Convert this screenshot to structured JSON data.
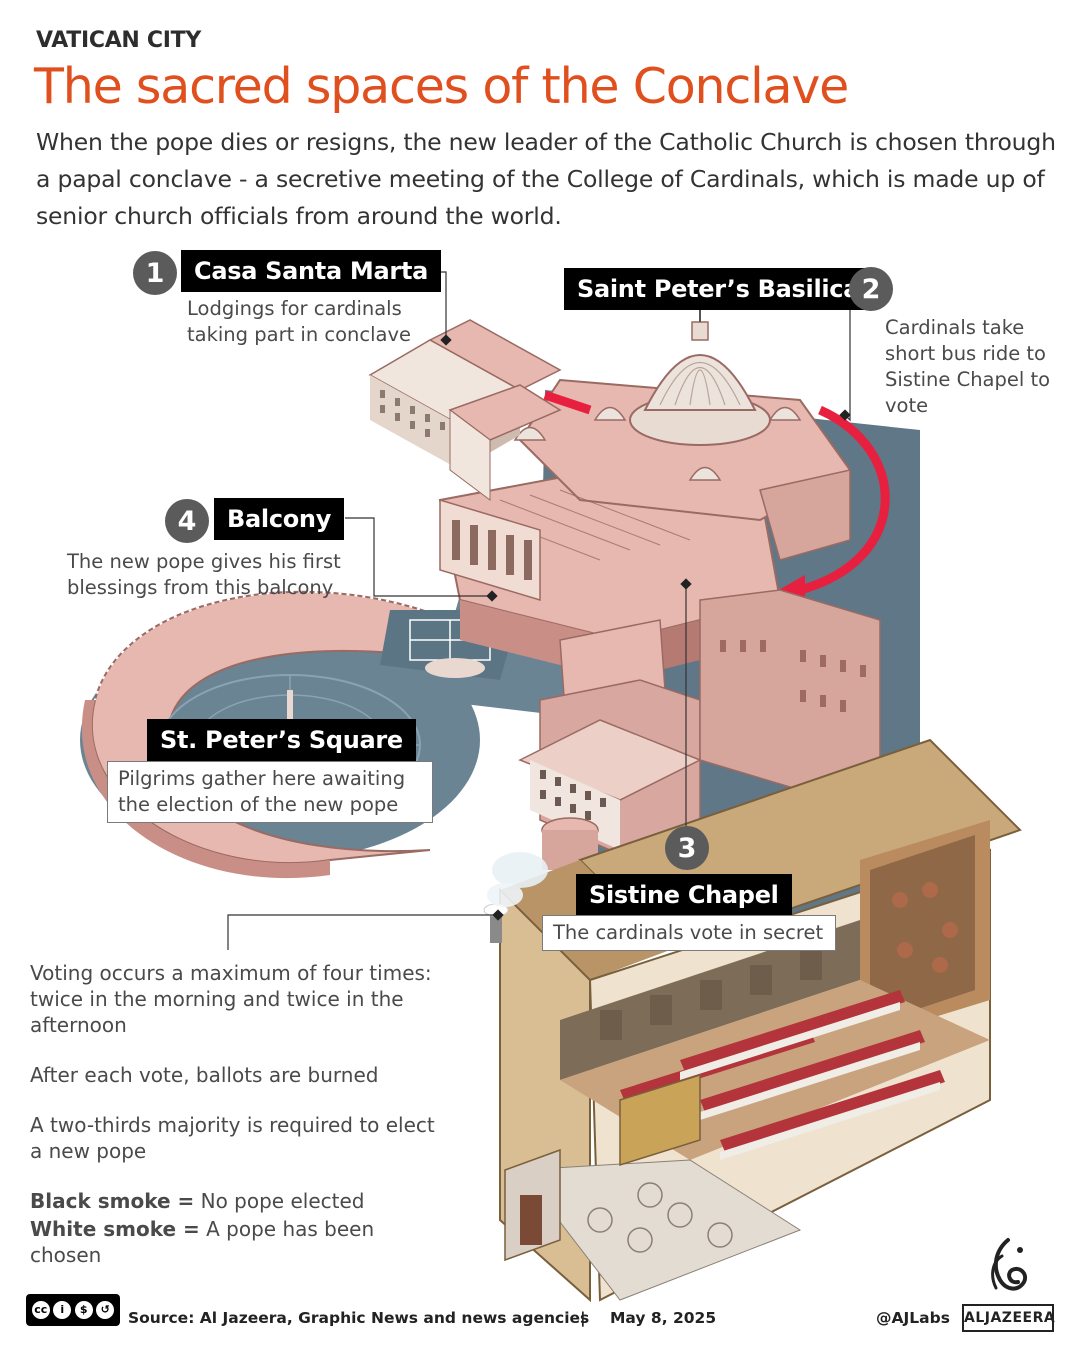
{
  "header": {
    "kicker": "VATICAN CITY",
    "title": "The sacred spaces of the Conclave",
    "intro": "When the pope dies or resigns, the new leader of the Catholic Church is chosen through a papal conclave - a secretive meeting of the College of Cardinals, which is made up of senior church officials from around the world."
  },
  "callouts": {
    "santa_marta": {
      "number": "1",
      "label": "Casa Santa Marta",
      "desc": "Lodgings for cardinals taking part in conclave"
    },
    "basilica": {
      "number": "2",
      "label": "Saint Peter’s Basilica",
      "desc": "Cardinals take short bus ride to Sistine Chapel to vote"
    },
    "sistine": {
      "number": "3",
      "label": "Sistine Chapel",
      "desc": "The cardinals vote in secret"
    },
    "balcony": {
      "number": "4",
      "label": "Balcony",
      "desc": "The new pope gives his first blessings from this balcony"
    },
    "square": {
      "label": "St. Peter’s Square",
      "desc": "Pilgrims gather here awaiting the election of the new pope"
    }
  },
  "notes": {
    "voting": "Voting occurs a maximum of four times: twice in the morning and twice in the afternoon",
    "ballots": "After each vote, ballots are burned",
    "majority": "A two-thirds majority is required to elect a new pope",
    "black_label": "Black smoke =",
    "black_text": " No pope elected",
    "white_label": "White smoke =",
    "white_text": " A pope has been chosen"
  },
  "footer": {
    "source": "Source:  Al Jazeera, Graphic News and news agencies",
    "separator": "|",
    "date": "May 8, 2025",
    "handle": "@AJLabs",
    "brand": "ALJAZEERA",
    "license_icons": [
      "cc-icon",
      "by-icon",
      "nc-icon",
      "sa-icon"
    ]
  },
  "colors": {
    "title": "#e0501f",
    "route_arrow": "#e8203f",
    "building": "#e7b8b0",
    "building_shade": "#c98f86",
    "ground": "#5f7786",
    "chapel_wood": "#c9a979"
  }
}
